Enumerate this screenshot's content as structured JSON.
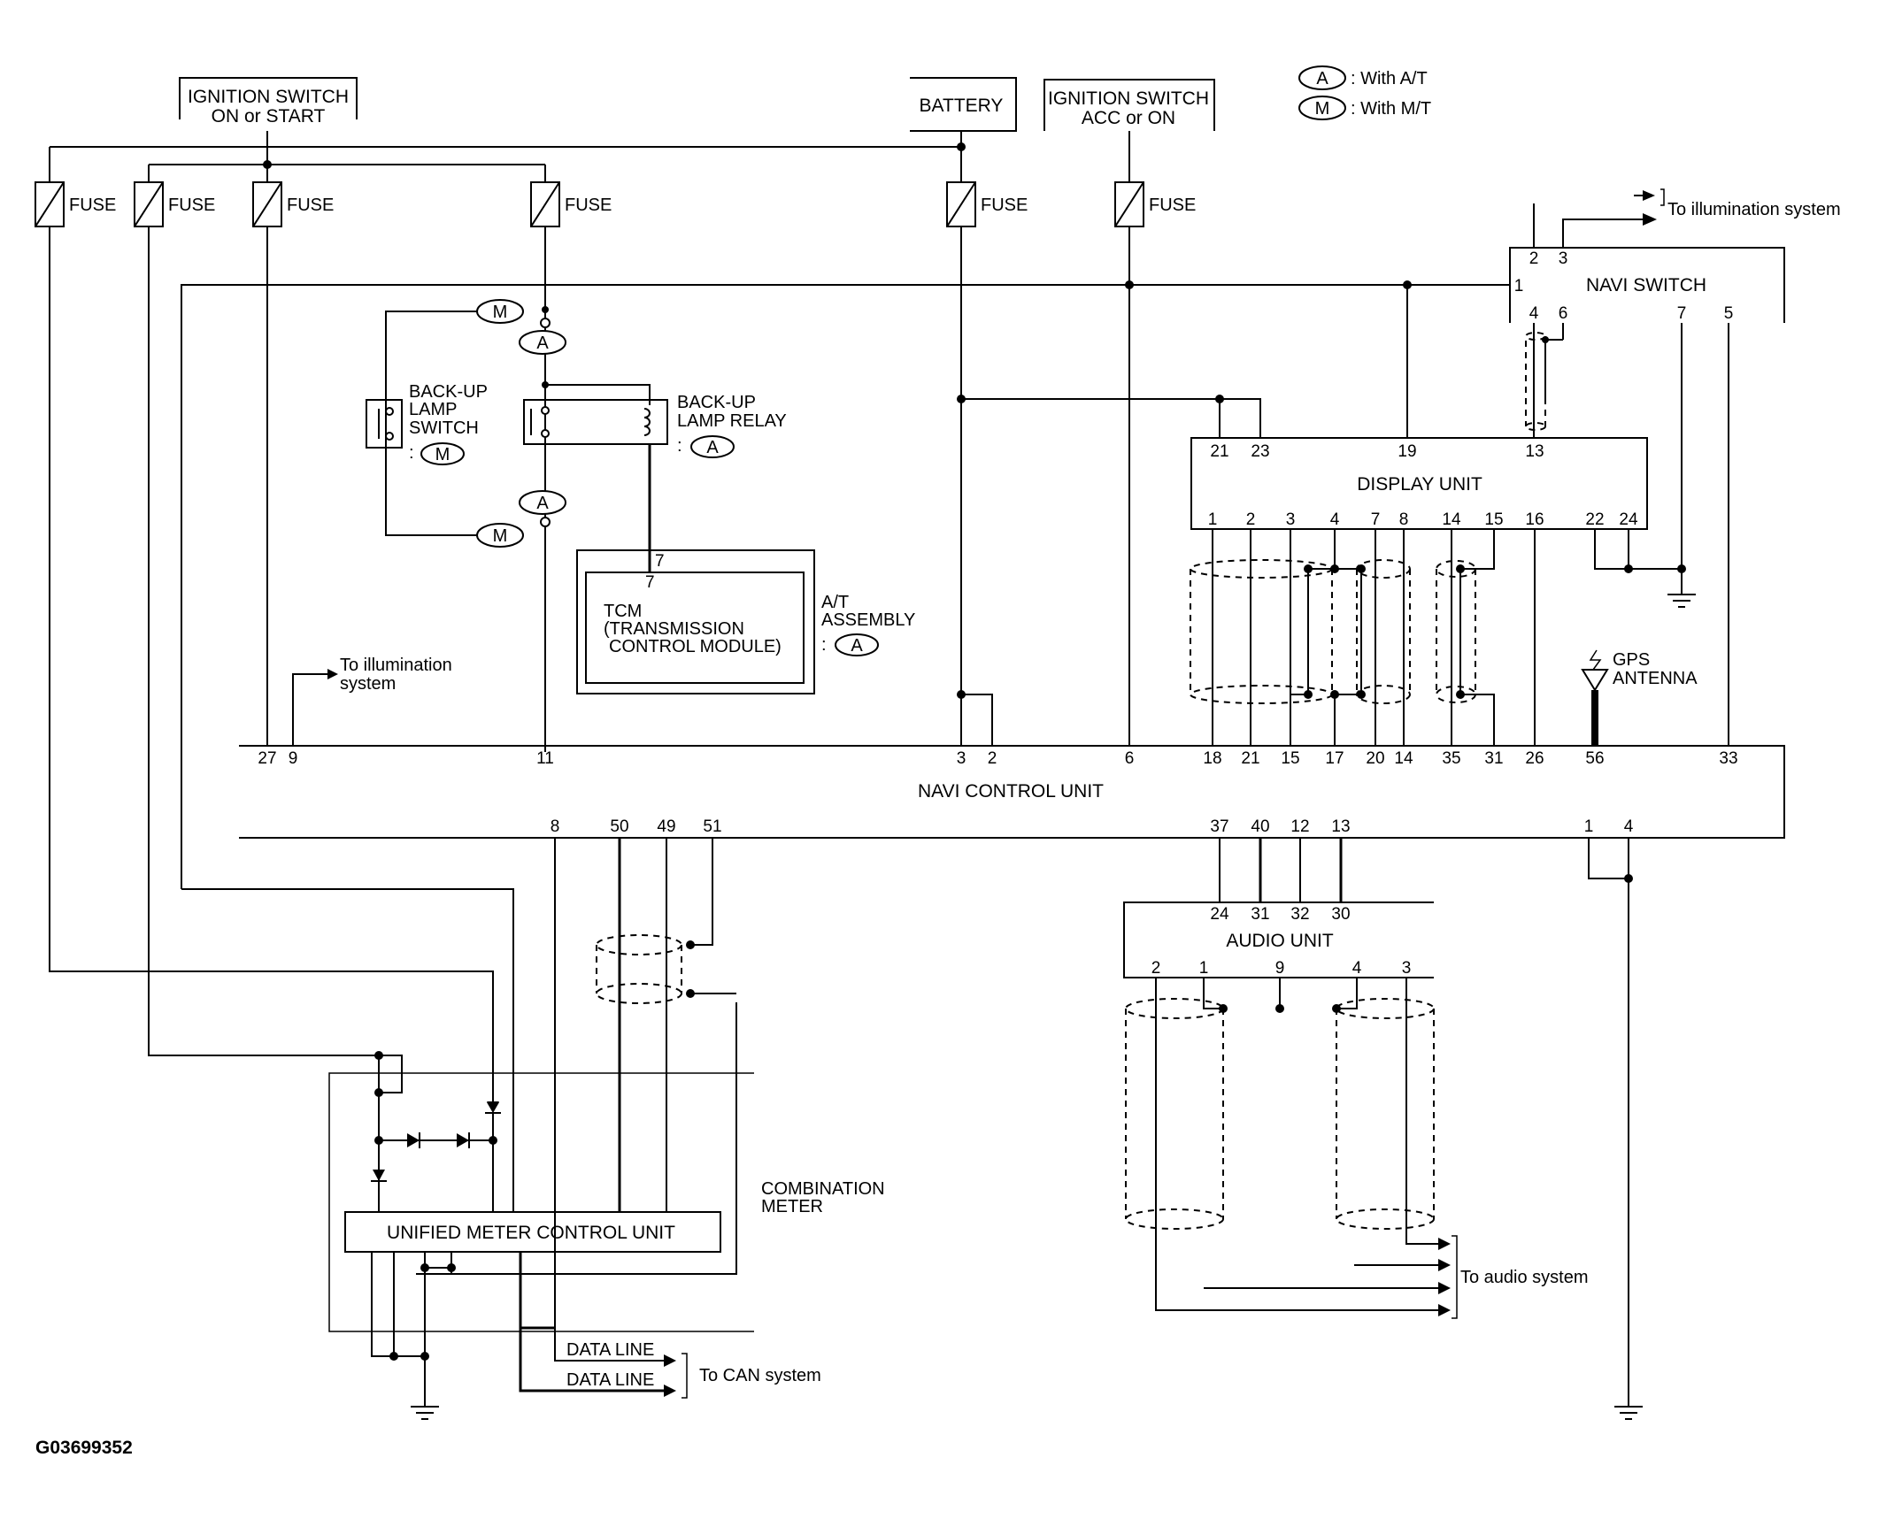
{
  "legend": {
    "a_symbol": "A",
    "a_text": ": With A/T",
    "m_symbol": "M",
    "m_text": ": With M/T"
  },
  "sources": {
    "ign_on_start": [
      "IGNITION SWITCH",
      "ON or START"
    ],
    "battery": "BATTERY",
    "ign_acc_on": [
      "IGNITION SWITCH",
      "ACC or ON"
    ]
  },
  "fuse_label": "FUSE",
  "components": {
    "backup_switch": [
      "BACK-UP",
      "LAMP",
      "SWITCH"
    ],
    "backup_relay": [
      "BACK-UP",
      "LAMP RELAY"
    ],
    "tcm": [
      "TCM",
      "(TRANSMISSION",
      "CONTROL MODULE)"
    ],
    "at_assembly": [
      "A/T",
      "ASSEMBLY"
    ],
    "navi_switch": "NAVI SWITCH",
    "display_unit": "DISPLAY UNIT",
    "navi_control_unit": "NAVI CONTROL UNIT",
    "audio_unit": "AUDIO UNIT",
    "combination_meter": [
      "COMBINATION",
      "METER"
    ],
    "unified_meter": "UNIFIED METER CONTROL UNIT",
    "gps_antenna": [
      "GPS",
      "ANTENNA"
    ]
  },
  "external": {
    "to_illumination_right": "To illumination system",
    "to_illumination_left": [
      "To illumination",
      "system"
    ],
    "data_line": "DATA LINE",
    "to_can": "To CAN system",
    "to_audio": "To audio system"
  },
  "pins": {
    "navi_switch_top": [
      "2",
      "3"
    ],
    "navi_switch_left": "1",
    "navi_switch_bottom": [
      "4",
      "6",
      "7",
      "5"
    ],
    "display_top": [
      "21",
      "23",
      "19",
      "13"
    ],
    "display_bottom": [
      "1",
      "2",
      "3",
      "4",
      "7",
      "8",
      "14",
      "15",
      "16",
      "22",
      "24"
    ],
    "tcm": "7",
    "navi_top": [
      "27",
      "9",
      "11",
      "3",
      "2",
      "6",
      "18",
      "21",
      "15",
      "17",
      "20",
      "14",
      "35",
      "31",
      "26",
      "56",
      "33"
    ],
    "navi_bottom": [
      "8",
      "50",
      "49",
      "51",
      "37",
      "40",
      "12",
      "13",
      "1",
      "4"
    ],
    "audio_top": [
      "24",
      "31",
      "32",
      "30"
    ],
    "audio_bottom": [
      "2",
      "1",
      "9",
      "4",
      "3"
    ]
  },
  "figure_id": "G03699352"
}
